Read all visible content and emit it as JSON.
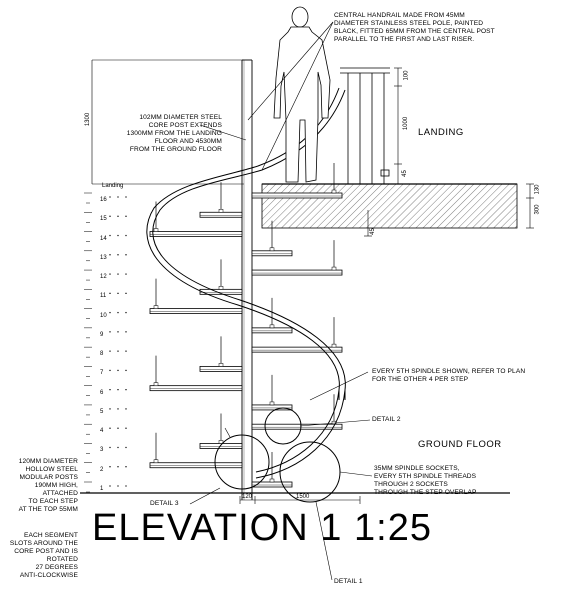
{
  "title": "ELEVATION 1",
  "scale": "1:25",
  "levels": {
    "landing": "LANDING",
    "ground_floor": "GROUND FLOOR"
  },
  "notes": {
    "handrail": "CENTRAL HANDRAIL MADE FROM 45mm\nDIAMETER STAINLESS STEEL POLE, PAINTED\nBLACK, FITTED 65mm FROM THE CENTRAL POST\nPARALLEL TO THE FIRST AND LAST RISER.",
    "core_post": "102mm DIAMETER STEEL\nCORE POST EXTENDS\n1300mm FROM THE LANDING\nFLOOR AND 4530mm\nFROM THE GROUND FLOOR",
    "modular_posts": "120mm DIAMETER\nHOLLOW STEEL\nMODULAR POSTS\n190mm HIGH,\nATTACHED\nTO EACH STEP\nAT THE TOP 55mm",
    "segments": "EACH SEGMENT\nSLOTS AROUND THE\nCORE POST AND IS\nROTATED\n27 DEGREES\nANTI-CLOCKWISE",
    "spindle_shown": "EVERY 5th SPINDLE SHOWN, REFER TO PLAN\nFOR THE OTHER 4 PER STEP",
    "spindle_sockets": "35mm SPINDLE SOCKETS,\nEVERY 5th SPINDLE THREADS\nTHROUGH 2 SOCKETS\nTHROUGH THE STEP OVERLAP"
  },
  "details": {
    "detail1": "DETAIL 1",
    "detail2": "DETAIL 2",
    "detail3": "DETAIL 3"
  },
  "step_axis": {
    "top_label": "Landing",
    "steps": [
      "16",
      "15",
      "14",
      "13",
      "12",
      "11",
      "10",
      "9",
      "8",
      "7",
      "6",
      "5",
      "4",
      "3",
      "2",
      "1"
    ]
  },
  "dimensions": {
    "left_height": "1300",
    "rail_top": "100",
    "rail_mid": "1000",
    "rail_base": "45",
    "slab_top": "130",
    "slab_side": "300",
    "slab_low": "45",
    "base_width": "1500",
    "base_small": "120"
  }
}
